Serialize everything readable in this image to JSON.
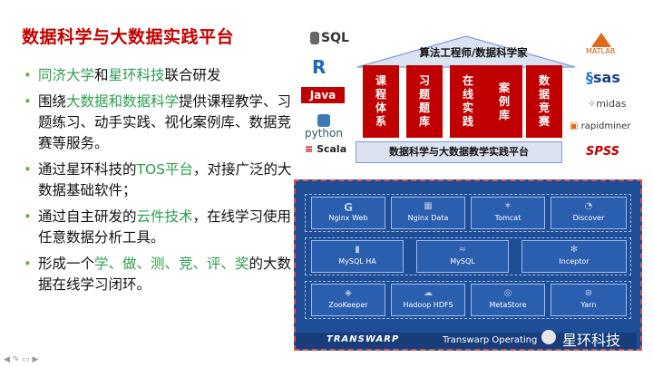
{
  "title": "数据科学与大数据实践平台",
  "bullets": [
    {
      "segments": [
        {
          "t": "同济大学",
          "green": true
        },
        {
          "t": "和",
          "green": false
        },
        {
          "t": "星环科技",
          "green": true
        },
        {
          "t": "联合研发",
          "green": false
        }
      ]
    },
    {
      "segments": [
        {
          "t": "围绕",
          "green": false
        },
        {
          "t": "大数据和数据科学",
          "green": true
        },
        {
          "t": "提供课程教学、习题练习、动手实践、视化案例库、数据竞赛等服务。",
          "green": false
        }
      ]
    },
    {
      "segments": [
        {
          "t": "通过星环科技的",
          "green": false
        },
        {
          "t": "TOS平台",
          "green": true
        },
        {
          "t": "，对接广泛的大数据基础软件；",
          "green": false
        }
      ]
    },
    {
      "segments": [
        {
          "t": "通过自主研发的",
          "green": false
        },
        {
          "t": "云件技术",
          "green": true
        },
        {
          "t": "，在线学习使用任意数据分析工具。",
          "green": false
        }
      ]
    },
    {
      "segments": [
        {
          "t": "形成一个",
          "green": false
        },
        {
          "t": "学、做、测、竞、评、奖",
          "green": true
        },
        {
          "t": "的大数据在线学习闭环。",
          "green": false
        }
      ]
    }
  ],
  "house": {
    "roof": "算法工程师/数据科学家",
    "pillars": [
      "课程体系",
      "习题题库",
      "在线实践",
      "案例库",
      "数据竞赛"
    ],
    "base": "数据科学与大数据教学实践平台"
  },
  "left_logos": [
    "SQL",
    "R",
    "Java",
    "python",
    "Scala"
  ],
  "right_logos": [
    "MATLAB",
    "sas",
    "midas",
    "rapidminer",
    "SPSS"
  ],
  "stack": {
    "rows": [
      [
        "Nginx Web",
        "Nginx Data",
        "Tomcat",
        "Discover"
      ],
      [
        "MySQL HA",
        "MySQL",
        "Inceptor"
      ],
      [
        "ZooKeeper",
        "Hadoop HDFS",
        "MetaStore",
        "Yarn"
      ]
    ],
    "brand": "TRANSWARP",
    "os": "Transwarp Operating"
  },
  "watermark": "星环科技",
  "colors": {
    "accent_red": "#c00000",
    "green": "#2e9e4f",
    "dark_blue": "#1f4e96"
  }
}
